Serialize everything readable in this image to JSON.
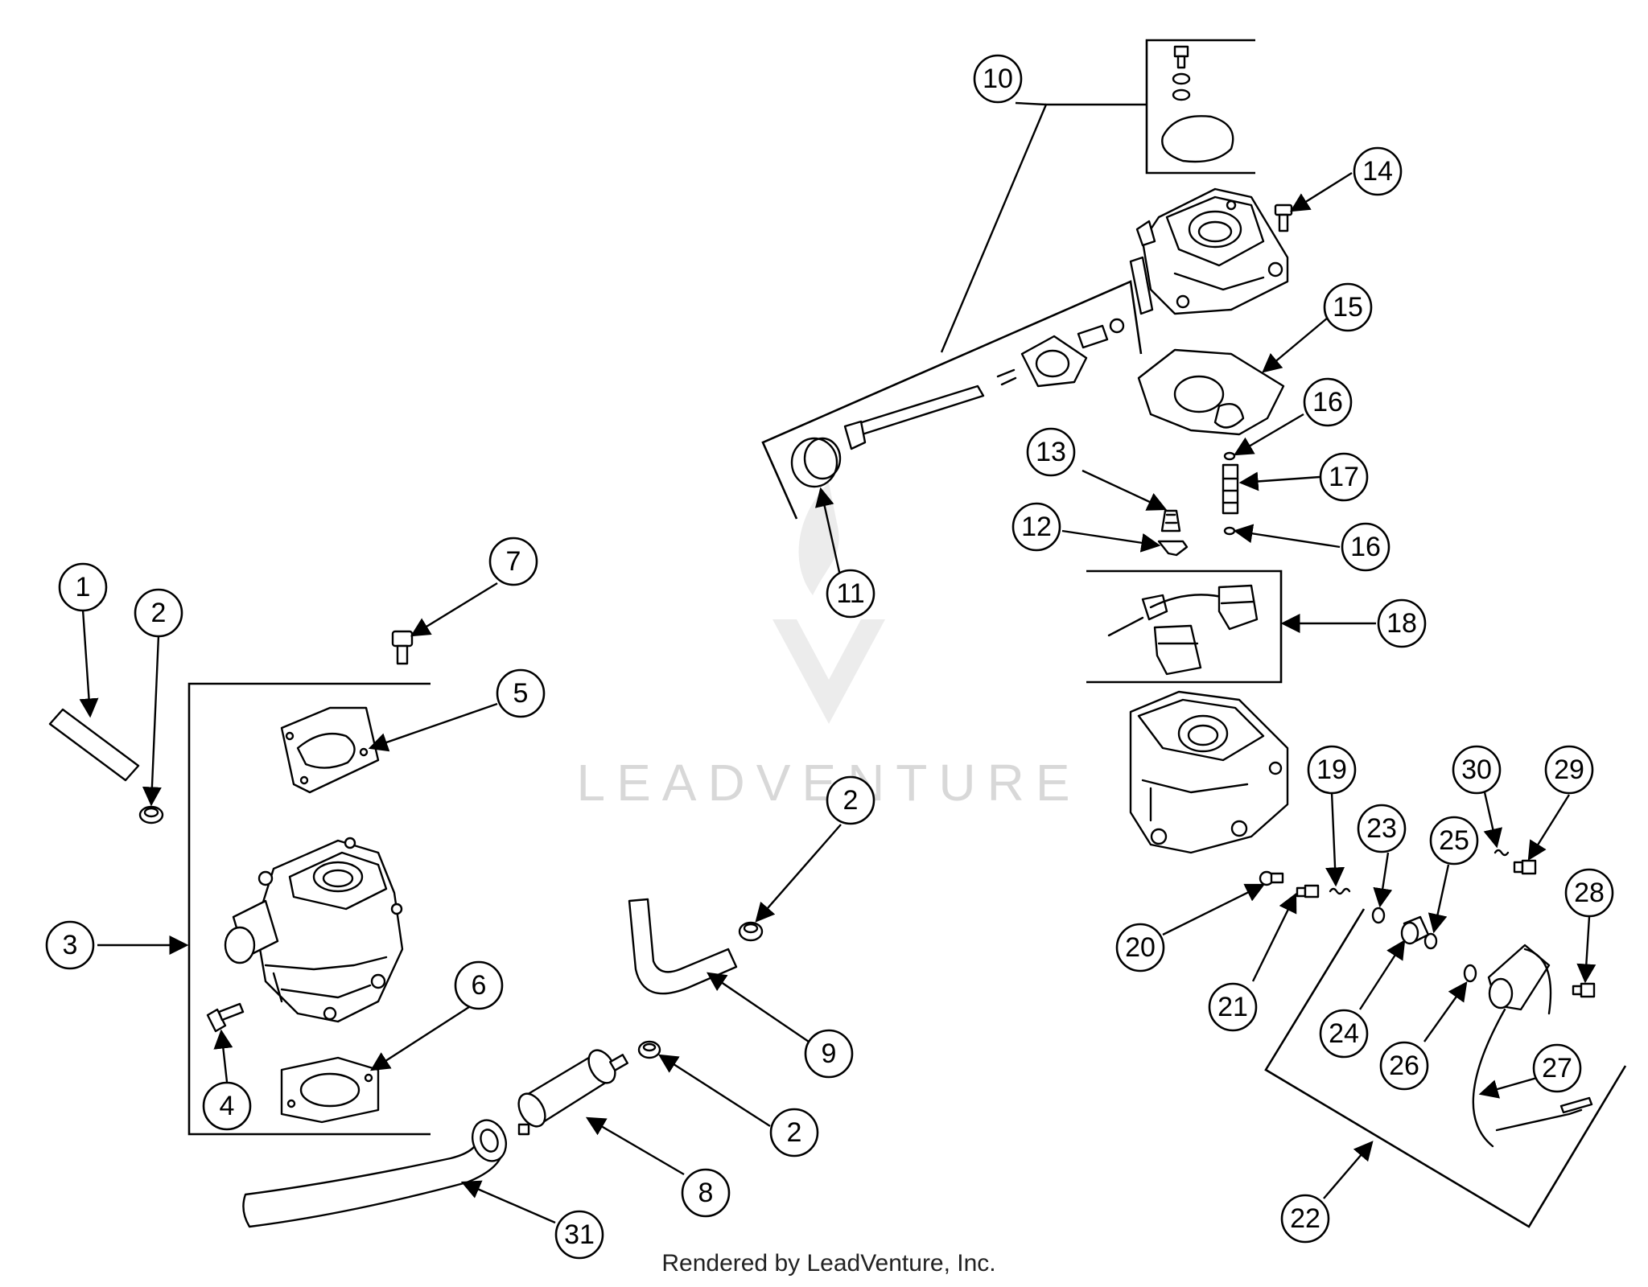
{
  "footer": "Rendered by LeadVenture, Inc.",
  "watermark": "LEADVENTURE",
  "callouts": [
    {
      "label": "1"
    },
    {
      "label": "2"
    },
    {
      "label": "3"
    },
    {
      "label": "4"
    },
    {
      "label": "5"
    },
    {
      "label": "6"
    },
    {
      "label": "7"
    },
    {
      "label": "2"
    },
    {
      "label": "9"
    },
    {
      "label": "2"
    },
    {
      "label": "8"
    },
    {
      "label": "31"
    },
    {
      "label": "10"
    },
    {
      "label": "11"
    },
    {
      "label": "14"
    },
    {
      "label": "15"
    },
    {
      "label": "16"
    },
    {
      "label": "17"
    },
    {
      "label": "16"
    },
    {
      "label": "13"
    },
    {
      "label": "12"
    },
    {
      "label": "18"
    },
    {
      "label": "19"
    },
    {
      "label": "20"
    },
    {
      "label": "21"
    },
    {
      "label": "23"
    },
    {
      "label": "24"
    },
    {
      "label": "25"
    },
    {
      "label": "26"
    },
    {
      "label": "30"
    },
    {
      "label": "29"
    },
    {
      "label": "28"
    },
    {
      "label": "27"
    },
    {
      "label": "22"
    }
  ]
}
